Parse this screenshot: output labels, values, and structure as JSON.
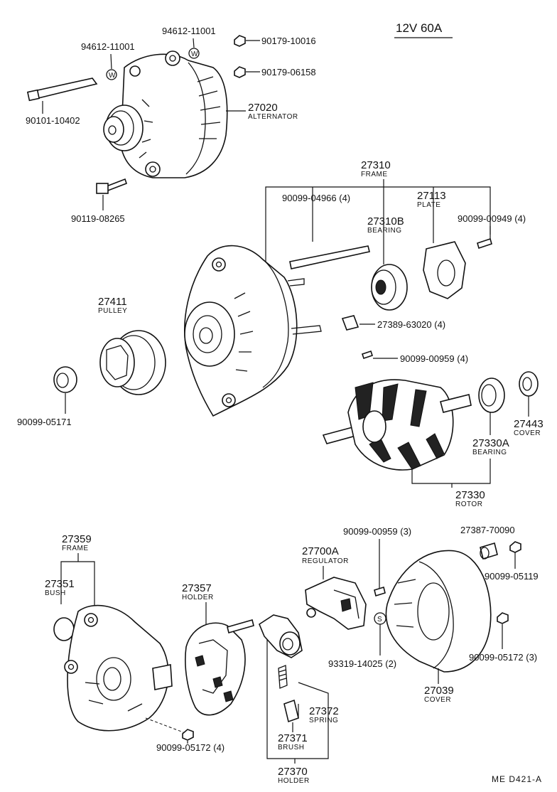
{
  "title": "12V 60A",
  "drawing_ref": "ME  D421-A",
  "symbols": {
    "washer_mark": "W",
    "spring_washer_mark": "S"
  },
  "parts": {
    "p94612_left": "94612-11001",
    "p94612_right": "94612-11001",
    "p90179_10016": "90179-10016",
    "p90179_06158": "90179-06158",
    "p90101": "90101-10402",
    "p27020": "27020",
    "p27020_name": "ALTERNATOR",
    "p90119": "90119-08265",
    "p27310": "27310",
    "p27310_name": "FRAME",
    "p90099_04966": "90099-04966 (4)",
    "p27113": "27113",
    "p27113_name": "PLATE",
    "p27310b": "27310B",
    "p27310b_name": "BEARING",
    "p90099_00949": "90099-00949 (4)",
    "p27411": "27411",
    "p27411_name": "PULLEY",
    "p27389": "27389-63020 (4)",
    "p90099_00959_a": "90099-00959 (4)",
    "p90099_05171": "90099-05171",
    "p27443": "27443",
    "p27443_name": "COVER",
    "p27330a": "27330A",
    "p27330a_name": "BEARING",
    "p27330": "27330",
    "p27330_name": "ROTOR",
    "p27359": "27359",
    "p27359_name": "FRAME",
    "p90099_00959_b": "90099-00959 (3)",
    "p27387": "27387-70090",
    "p27700a": "27700A",
    "p27700a_name": "REGULATOR",
    "p90099_05119": "90099-05119",
    "p27351": "27351",
    "p27351_name": "BUSH",
    "p27357": "27357",
    "p27357_name": "HOLDER",
    "p93319": "93319-14025 (2)",
    "p90099_05172_a": "90099-05172 (3)",
    "p27372": "27372",
    "p27372_name": "SPRING",
    "p27039": "27039",
    "p27039_name": "COVER",
    "p90099_05172_b": "90099-05172 (4)",
    "p27371": "27371",
    "p27371_name": "BRUSH",
    "p27370": "27370",
    "p27370_name": "HOLDER"
  }
}
